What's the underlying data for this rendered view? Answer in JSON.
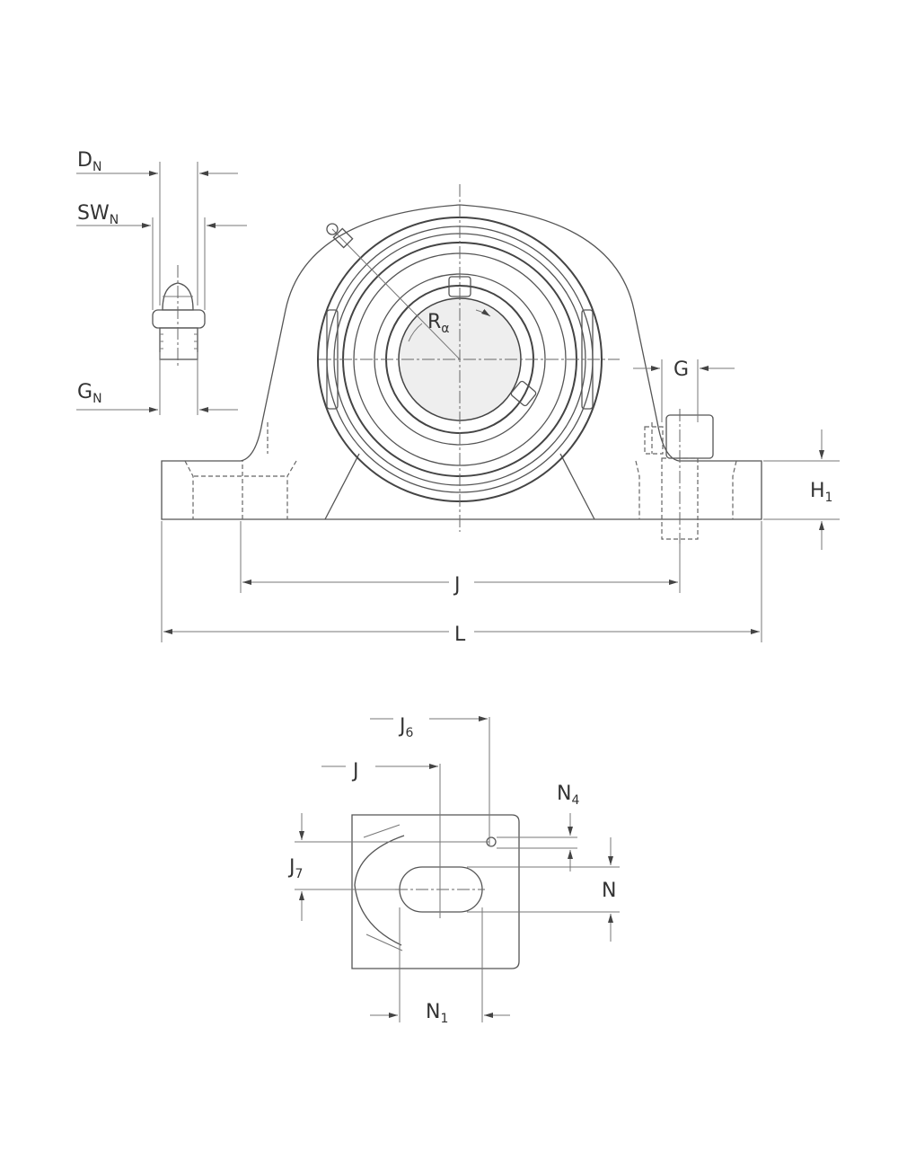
{
  "labels": {
    "DN": {
      "main": "D",
      "sub": "N"
    },
    "SWN": {
      "main": "SW",
      "sub": "N"
    },
    "GN": {
      "main": "G",
      "sub": "N"
    },
    "Ra": {
      "main": "R",
      "sub": "α"
    },
    "G": {
      "main": "G"
    },
    "H1": {
      "main": "H",
      "sub": "1"
    },
    "J_main": {
      "main": "J"
    },
    "L": {
      "main": "L"
    },
    "J6": {
      "main": "J",
      "sub": "6"
    },
    "J_bottom": {
      "main": "J"
    },
    "N4": {
      "main": "N",
      "sub": "4"
    },
    "J7": {
      "main": "J",
      "sub": "7"
    },
    "N": {
      "main": "N"
    },
    "N1": {
      "main": "N",
      "sub": "1"
    }
  }
}
